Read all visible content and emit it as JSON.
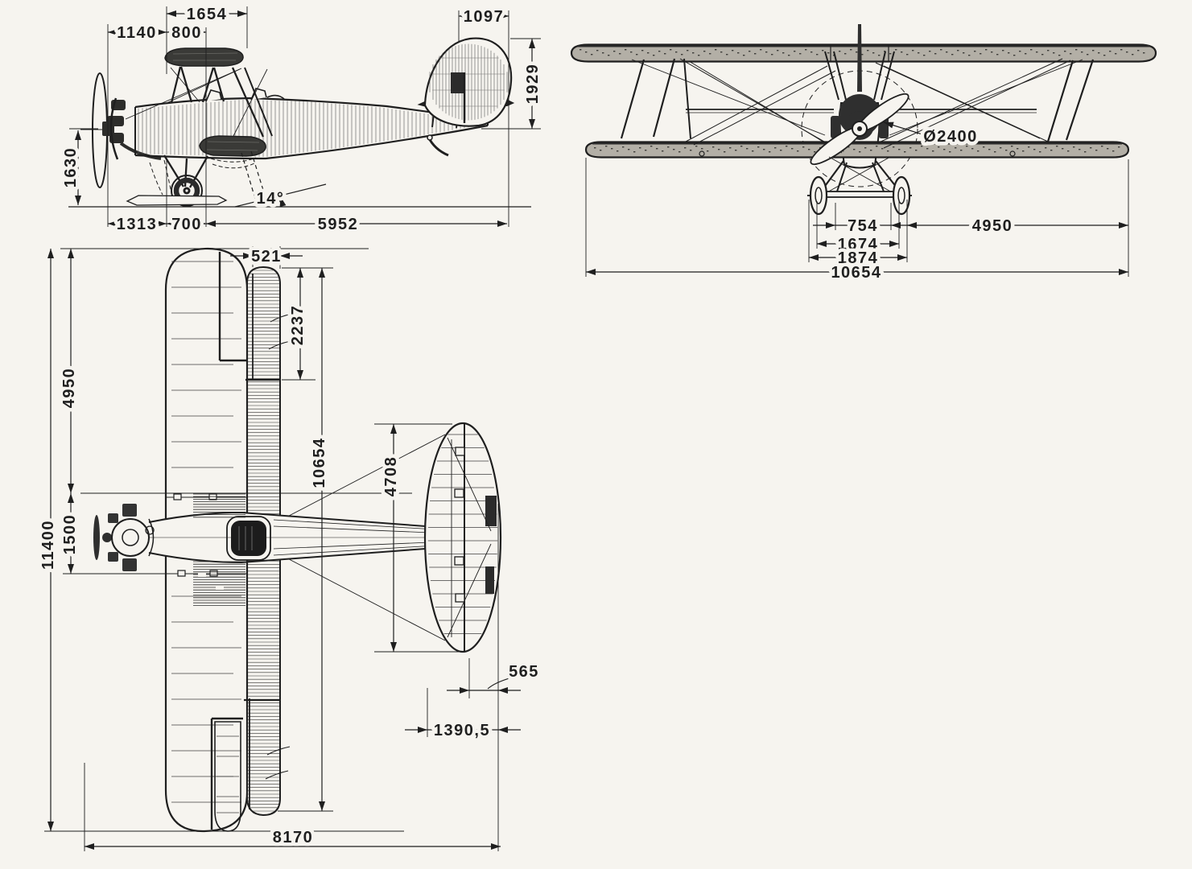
{
  "drawing_title": "Biplane three-view dimensioned drawing",
  "palette": {
    "ink": "#1f1f1f",
    "paper": "#f6f4ef",
    "wing_fill": "#3a3a37",
    "engine_fill": "#2d2d2b",
    "hatch": "#4a4a48",
    "rib": "#3f3f3f"
  },
  "views": {
    "side": "side view",
    "front": "front view",
    "top": "plan view"
  },
  "dimensions": {
    "side": {
      "d1654": "1654",
      "d1140": "1140",
      "d800": "800",
      "d1097": "1097",
      "d1929": "1929",
      "d1630": "1630",
      "angle": "14°",
      "d1313": "1313",
      "d700": "700",
      "d5952": "5952"
    },
    "front": {
      "prop_diameter": "Ø2400",
      "d754": "754",
      "d1674": "1674",
      "d1874": "1874",
      "d10654": "10654",
      "d4950": "4950"
    },
    "top": {
      "d521": "521",
      "d2237": "2237",
      "d4950": "4950",
      "d1500": "1500",
      "d11400": "11400",
      "d10654": "10654",
      "d4708": "4708",
      "d565": "565",
      "d1390_5": "1390,5",
      "d8170": "8170"
    }
  }
}
